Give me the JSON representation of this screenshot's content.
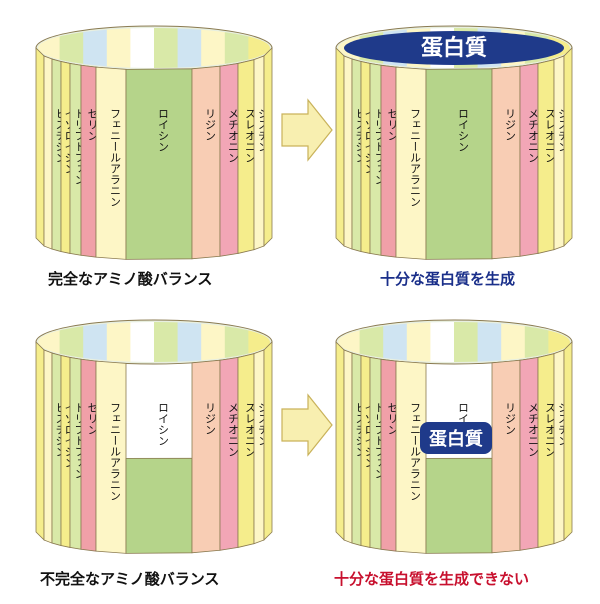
{
  "stave_labels": [
    "ヒスチジン",
    "イソロイシン",
    "トリプトファン",
    "セリン",
    "フェニールアラニン",
    "ロイシン",
    "リジン",
    "メチオニン",
    "スレオニン",
    "シスチン"
  ],
  "captions": {
    "top_left": "完全なアミノ酸バランス",
    "top_right": "十分な蛋白質を生成",
    "bottom_left": "不完全なアミノ酸バランス",
    "bottom_right": "十分な蛋白質を生成できない"
  },
  "protein_label": "蛋白質",
  "colors": {
    "caption_black": "#111111",
    "caption_blue": "#1a2f8a",
    "caption_red": "#c8102e",
    "protein_fill": "#1f3a8a",
    "arrow_fill": "#f8efb0",
    "arrow_stroke": "#c9b25a",
    "leucine": "#b5d48a",
    "serine": "#f0a0a8",
    "lysine": "#f8cdb4",
    "methionine": "#f2a6b6",
    "yellow": "#f5ed8c",
    "cream": "#fdf6c6",
    "pale_green": "#d9e9a8",
    "inner_blue": "#cfe4f2"
  }
}
